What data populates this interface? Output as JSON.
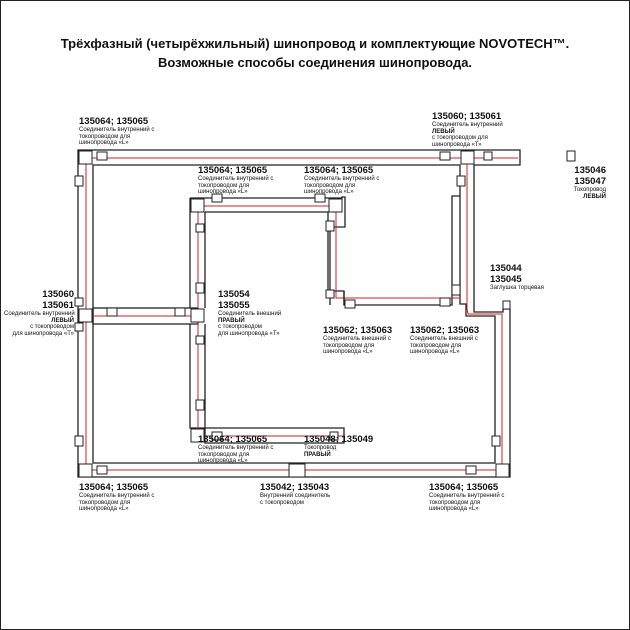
{
  "title": {
    "line1": "Трёхфазный (четырёхжильный) шинопровод и комплектующие NOVOTECH™.",
    "line2": "Возможные способы соединения шинопровода."
  },
  "labels": {
    "top_left": {
      "code": "135064; 135065",
      "d1": "Соединитель внутренний с",
      "d2": "токопроводом для",
      "d3": "шинопровода «L»"
    },
    "top_right": {
      "code": "135060; 135061",
      "d1": "Соединитель внутренний",
      "bold": "ЛЕВЫЙ",
      "d2": "с токопроводом для",
      "d3": "шинопровода «Т»"
    },
    "inner_top_left": {
      "code": "135064; 135065",
      "d1": "Соединитель внутренний с",
      "d2": "токопроводом для",
      "d3": "шинопровода «L»"
    },
    "inner_top_right": {
      "code": "135064; 135065",
      "d1": "Соединитель внутренний с",
      "d2": "токопроводом для",
      "d3": "шинопровода «L»"
    },
    "feed_right": {
      "code1": "135046",
      "code2": "135047",
      "d1": "Токопровод",
      "bold": "ЛЕВЫЙ"
    },
    "end_cap": {
      "code1": "135044",
      "code2": "135045",
      "d1": "Заглушка торцевая"
    },
    "left_t": {
      "code1": "135060",
      "code2": "135061",
      "d1": "Соединитель внутренний",
      "bold": "ЛЕВЫЙ",
      "d2": "с токопроводом",
      "d3": "для шинопровода «Т»"
    },
    "center_t": {
      "code1": "135054",
      "code2": "135055",
      "d1": "Соединитель внешний",
      "bold": "ПРАВЫЙ",
      "d2": "с токопроводом",
      "d3": "для шинопровода «Т»"
    },
    "outer_l_mid": {
      "code": "135062; 135063",
      "d1": "Соединитель внешний с",
      "d2": "токопроводом для",
      "d3": "шинопровода «L»"
    },
    "outer_l_right": {
      "code": "135062; 135063",
      "d1": "Соединитель внешний с",
      "d2": "токопроводом для",
      "d3": "шинопровода «L»"
    },
    "inner_bottom": {
      "code": "135064; 135065",
      "d1": "Соединитель внутренний с",
      "d2": "токопроводом для",
      "d3": "шинопровода «L»"
    },
    "feed_center": {
      "code": "135048; 135049",
      "d1": "Токопровод",
      "bold": "ПРАВЫЙ"
    },
    "bottom_left": {
      "code": "135064; 135065",
      "d1": "Соединитель внутренний с",
      "d2": "токопроводом для",
      "d3": "шинопровода «L»"
    },
    "bottom_mid": {
      "code": "135042; 135043",
      "d1": "Внутренний соединитель",
      "d2": "с токопроводом"
    },
    "bottom_right": {
      "code": "135064; 135065",
      "d1": "Соединитель внутренний с",
      "d2": "токопроводом для",
      "d3": "шинопровода «L»"
    }
  },
  "colors": {
    "track": "#222222",
    "current_line": "#d21f1f",
    "connector_fill": "#ffffff"
  }
}
